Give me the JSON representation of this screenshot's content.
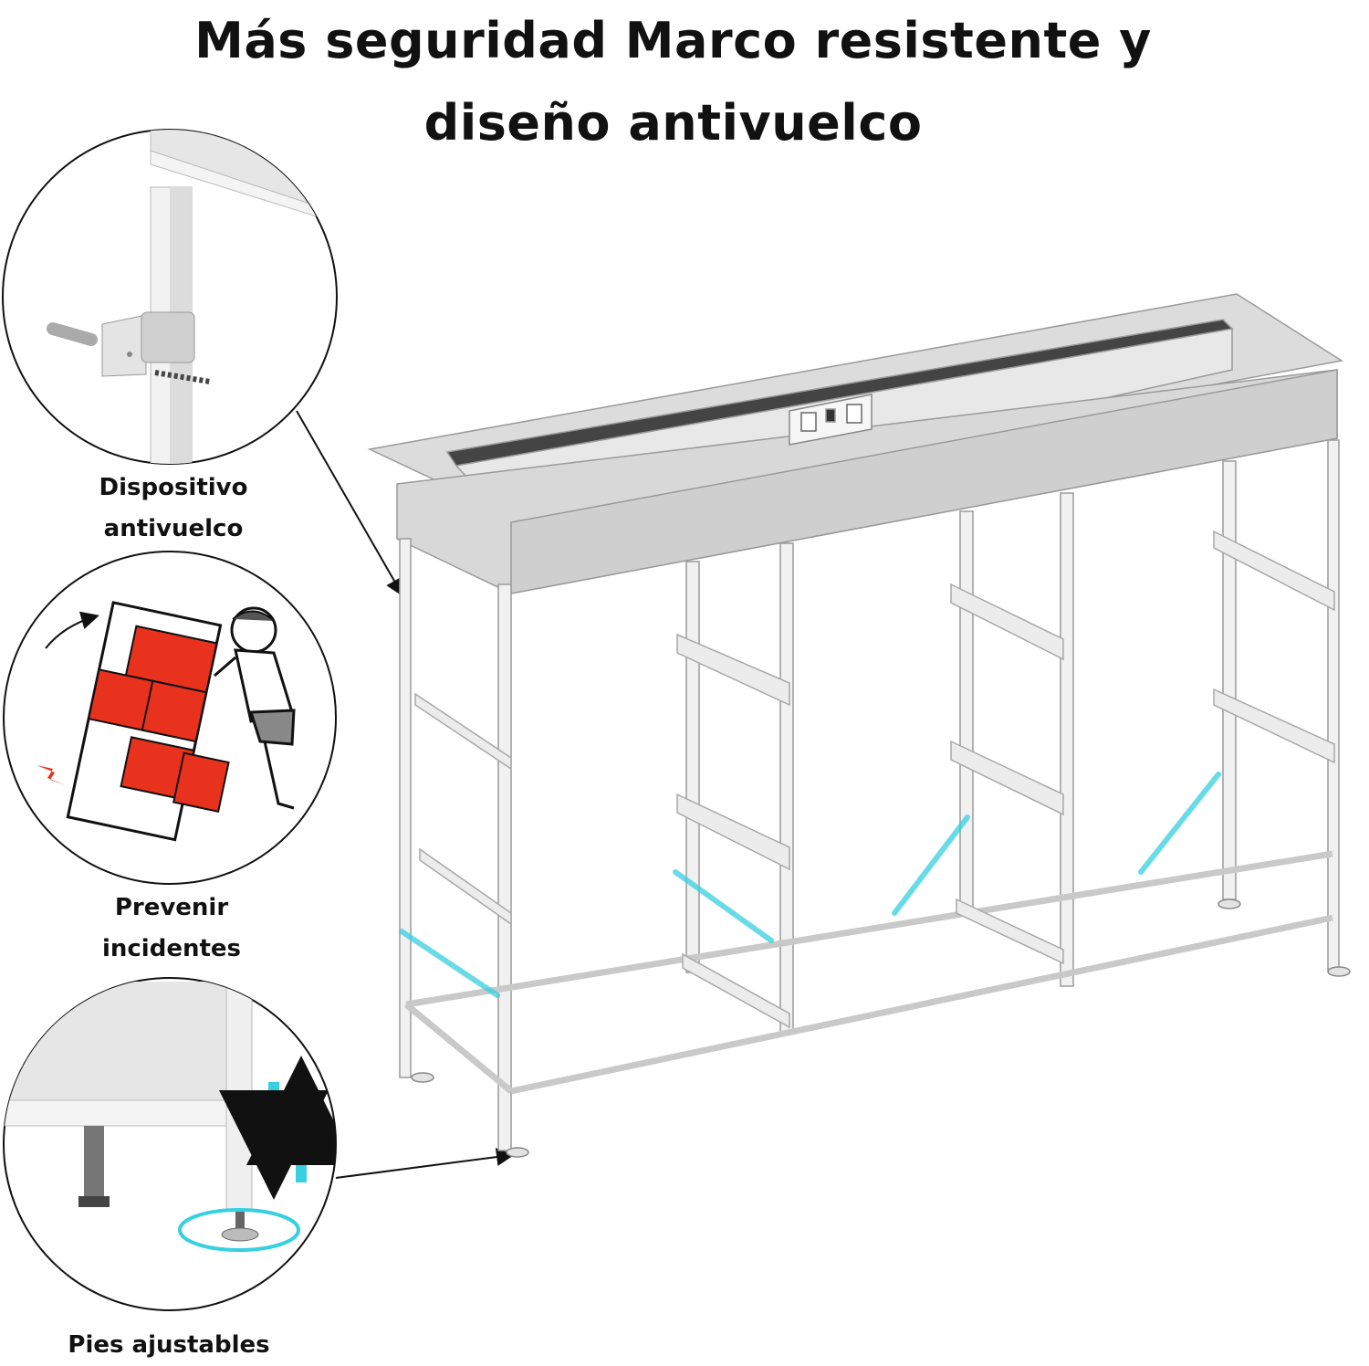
{
  "title": {
    "line1": "Más seguridad Marco resistente y",
    "line2": "diseño antivuelco"
  },
  "callouts": [
    {
      "line1": "Dispositivo",
      "line2": "antivuelco"
    },
    {
      "line1": "Prevenir",
      "line2": "incidentes"
    },
    {
      "line1": "Pies ajustables",
      "line2": ""
    }
  ],
  "colors": {
    "accent_red": "#e8321e",
    "glow_cyan": "#38d0e0",
    "frame_grey": "#c9c9c9",
    "outline": "#1a1a1a"
  },
  "icons": [
    "anti-tip-bracket-icon",
    "child-climbing-icon",
    "adjustable-foot-icon"
  ]
}
